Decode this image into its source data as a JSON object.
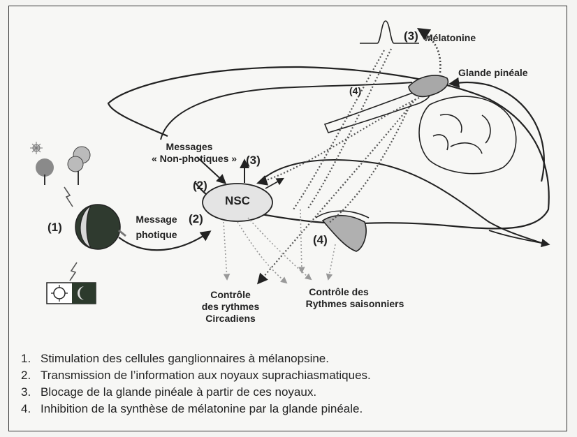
{
  "labels": {
    "melatonin": "Mélatonine",
    "pineal_gland": "Glande pinéale",
    "non_photic_1": "Messages",
    "non_photic_2": "« Non-photiques »",
    "nsc": "NSC",
    "photic_1": "Message",
    "photic_2": "photique",
    "circadian_1": "Contrôle",
    "circadian_2": "des rythmes",
    "circadian_3": "Circadiens",
    "seasonal_1": "Contrôle des",
    "seasonal_2": "Rythmes saisonniers"
  },
  "step_markers": {
    "m1": "(1)",
    "m2_upper": "(2)",
    "m2_lower": "(2)",
    "m3_nsc": "(3)",
    "m3_melatonin": "(3)",
    "m4_upper": "(4)",
    "m4_lower": "(4)"
  },
  "legend": [
    {
      "num": "1.",
      "text": "Stimulation des cellules ganglionnaires à mélanopsine."
    },
    {
      "num": "2.",
      "text": "Transmission de l’information aux noyaux suprachiasmatiques."
    },
    {
      "num": "3.",
      "text": "Blocage de la glande pinéale à partir de ces noyaux."
    },
    {
      "num": "4.",
      "text": "Inhibition de la synthèse de mélatonine par la glande pinéale."
    }
  ]
}
